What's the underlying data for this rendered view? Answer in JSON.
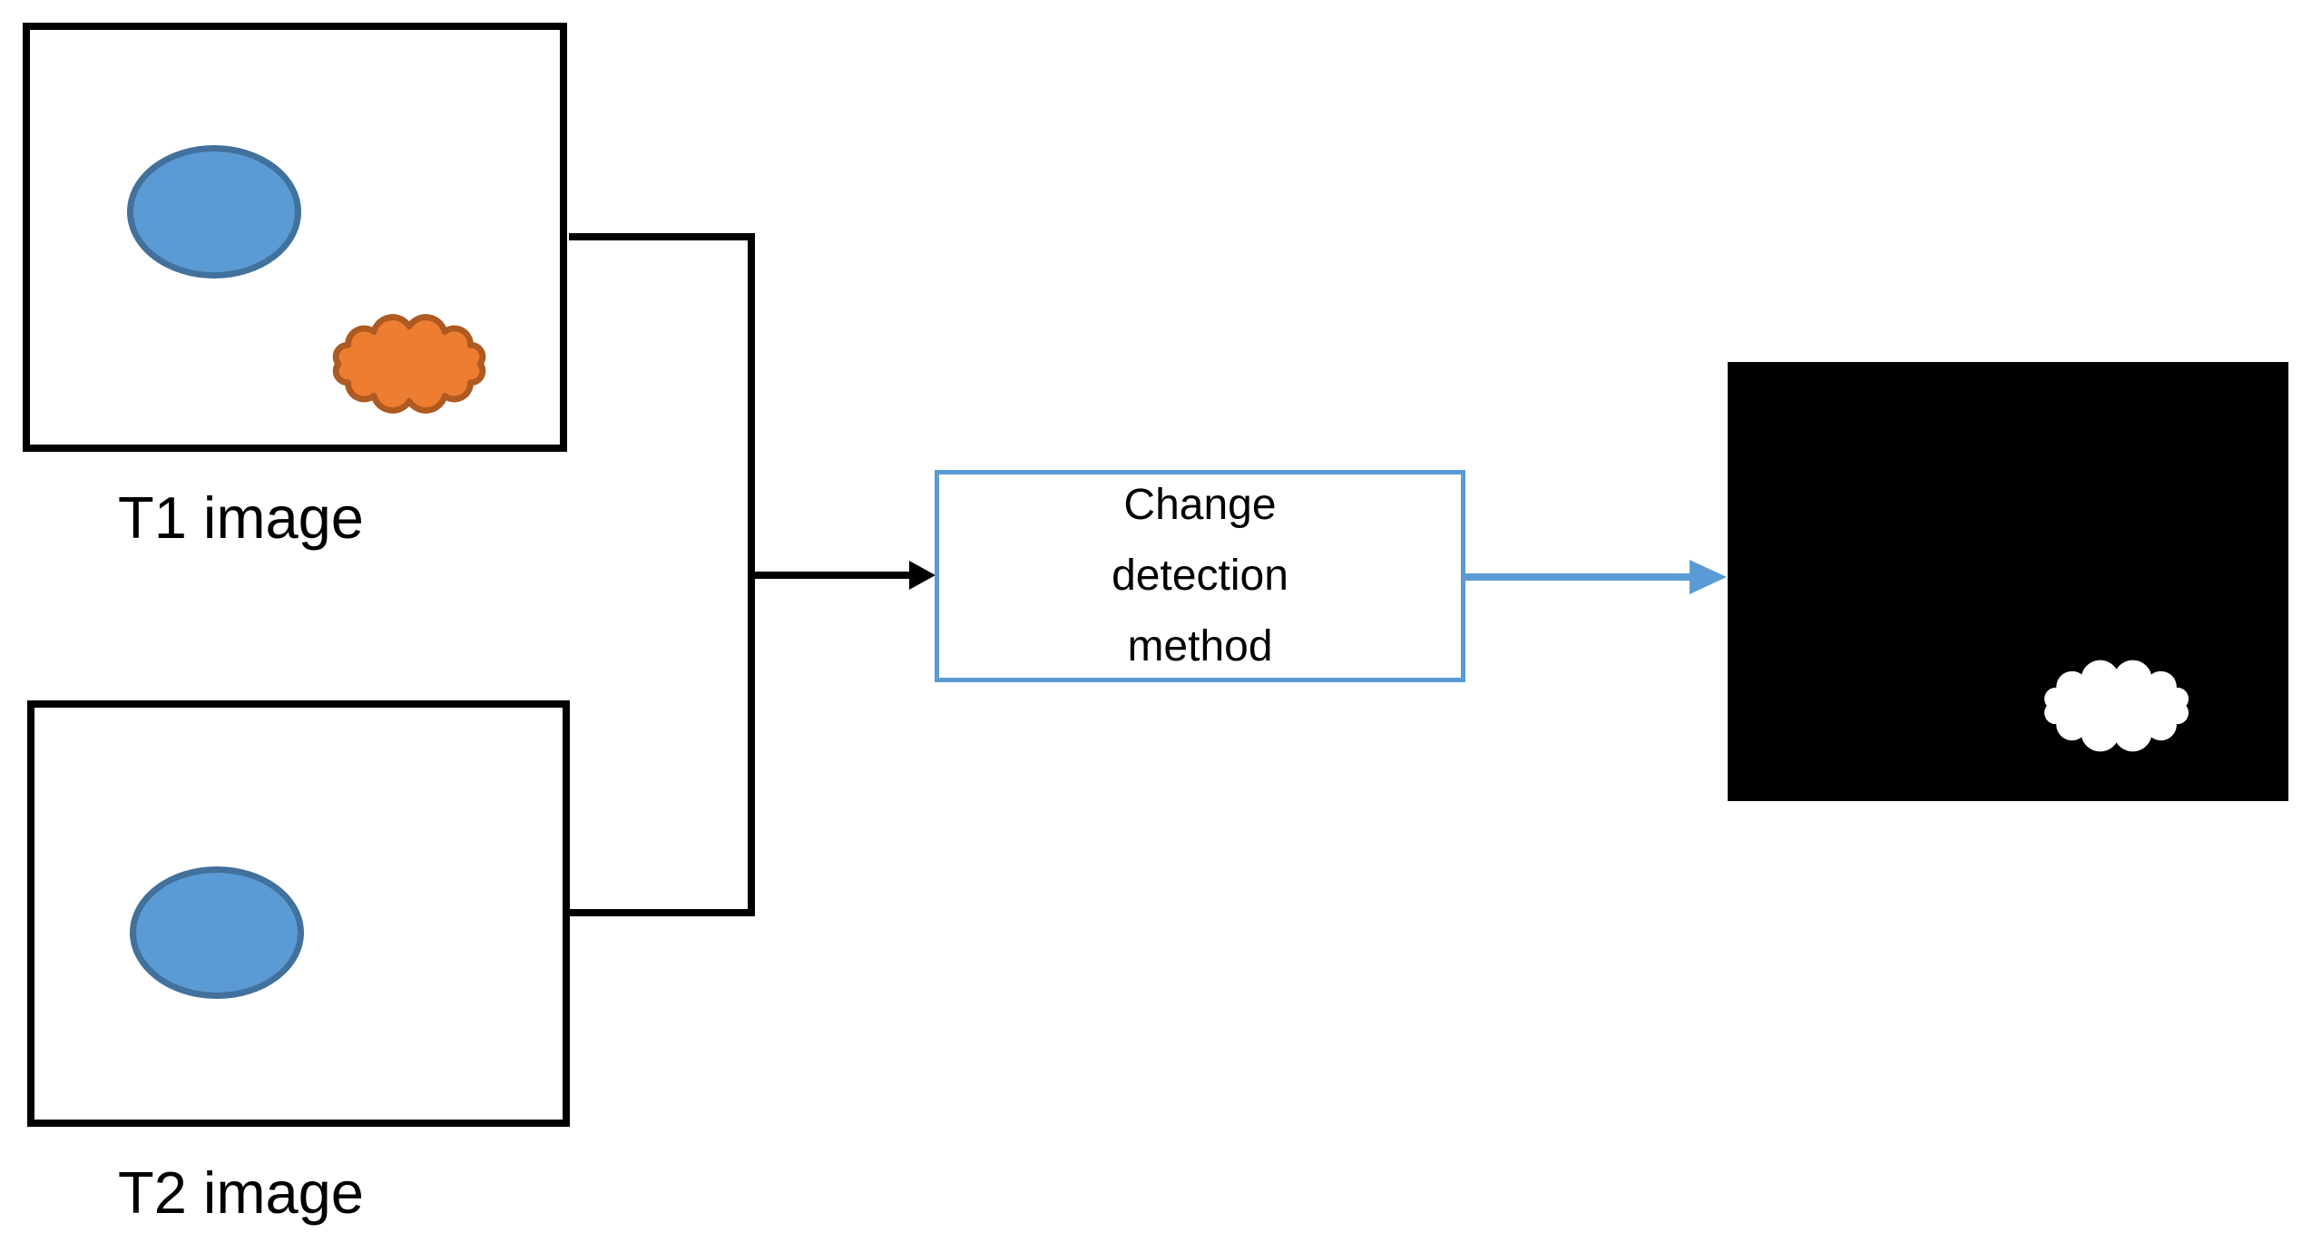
{
  "t1": {
    "label": "T1 image"
  },
  "t2": {
    "label": "T2 image"
  },
  "method": {
    "label": "Change detection method"
  },
  "colors": {
    "shape_blue_fill": "#5B9BD5",
    "shape_blue_stroke": "#41719C",
    "cloud_orange_fill": "#ED7D31",
    "cloud_orange_stroke": "#AE5A21",
    "accent_blue": "#5B9BD5",
    "line_black": "#000000",
    "output_bg": "#000000",
    "output_cloud": "#FFFFFF"
  }
}
